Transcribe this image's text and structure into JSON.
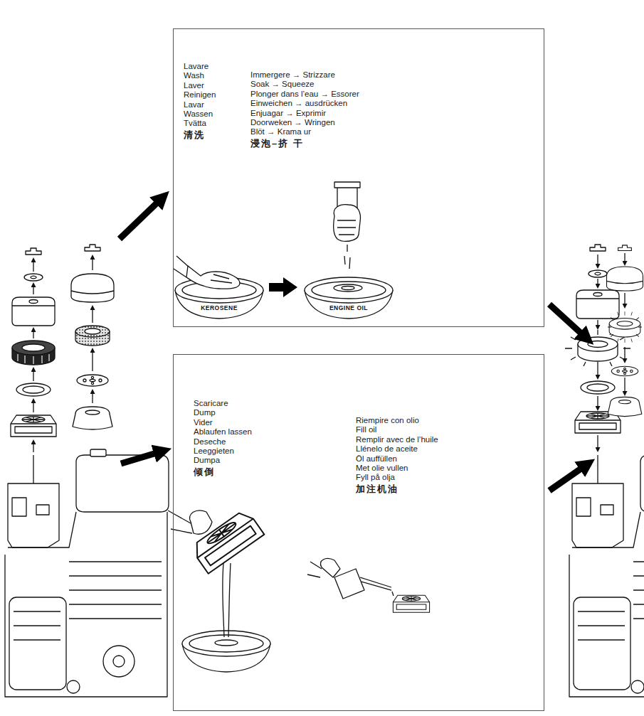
{
  "diagram": {
    "nodes": [
      {
        "text": [
          "Lavare",
          "Wash",
          "Laver",
          "Reinigen",
          "Lavar",
          "Wassen",
          "Tvätta",
          "清洗",
          "Immergere → Strizzare",
          "Soak → Squeeze",
          "Plonger dans l’eau → Essorer",
          "Einweichen → ausdrücken",
          "Enjuagar → Exprimir",
          "Doorweken → Wringen",
          "Blöt → Krama ur",
          "浸泡–挤 干"
        ]
      },
      {
        "text": [
          "Scaricare",
          "Dump",
          "Vider",
          "Ablaufen lassen",
          "Deseche",
          "Leeggieten",
          "Dumpa",
          "倾倒",
          "Riempire con olio",
          "Fill oil",
          "Remplir avec de l’huile",
          "Llénelo de aceite",
          "Öl auffüllen",
          "Met olie vullen",
          "Fyll på olja",
          "加注机油"
        ]
      }
    ],
    "labels": [
      "KEROSENE",
      "ENGINE OIL"
    ]
  }
}
